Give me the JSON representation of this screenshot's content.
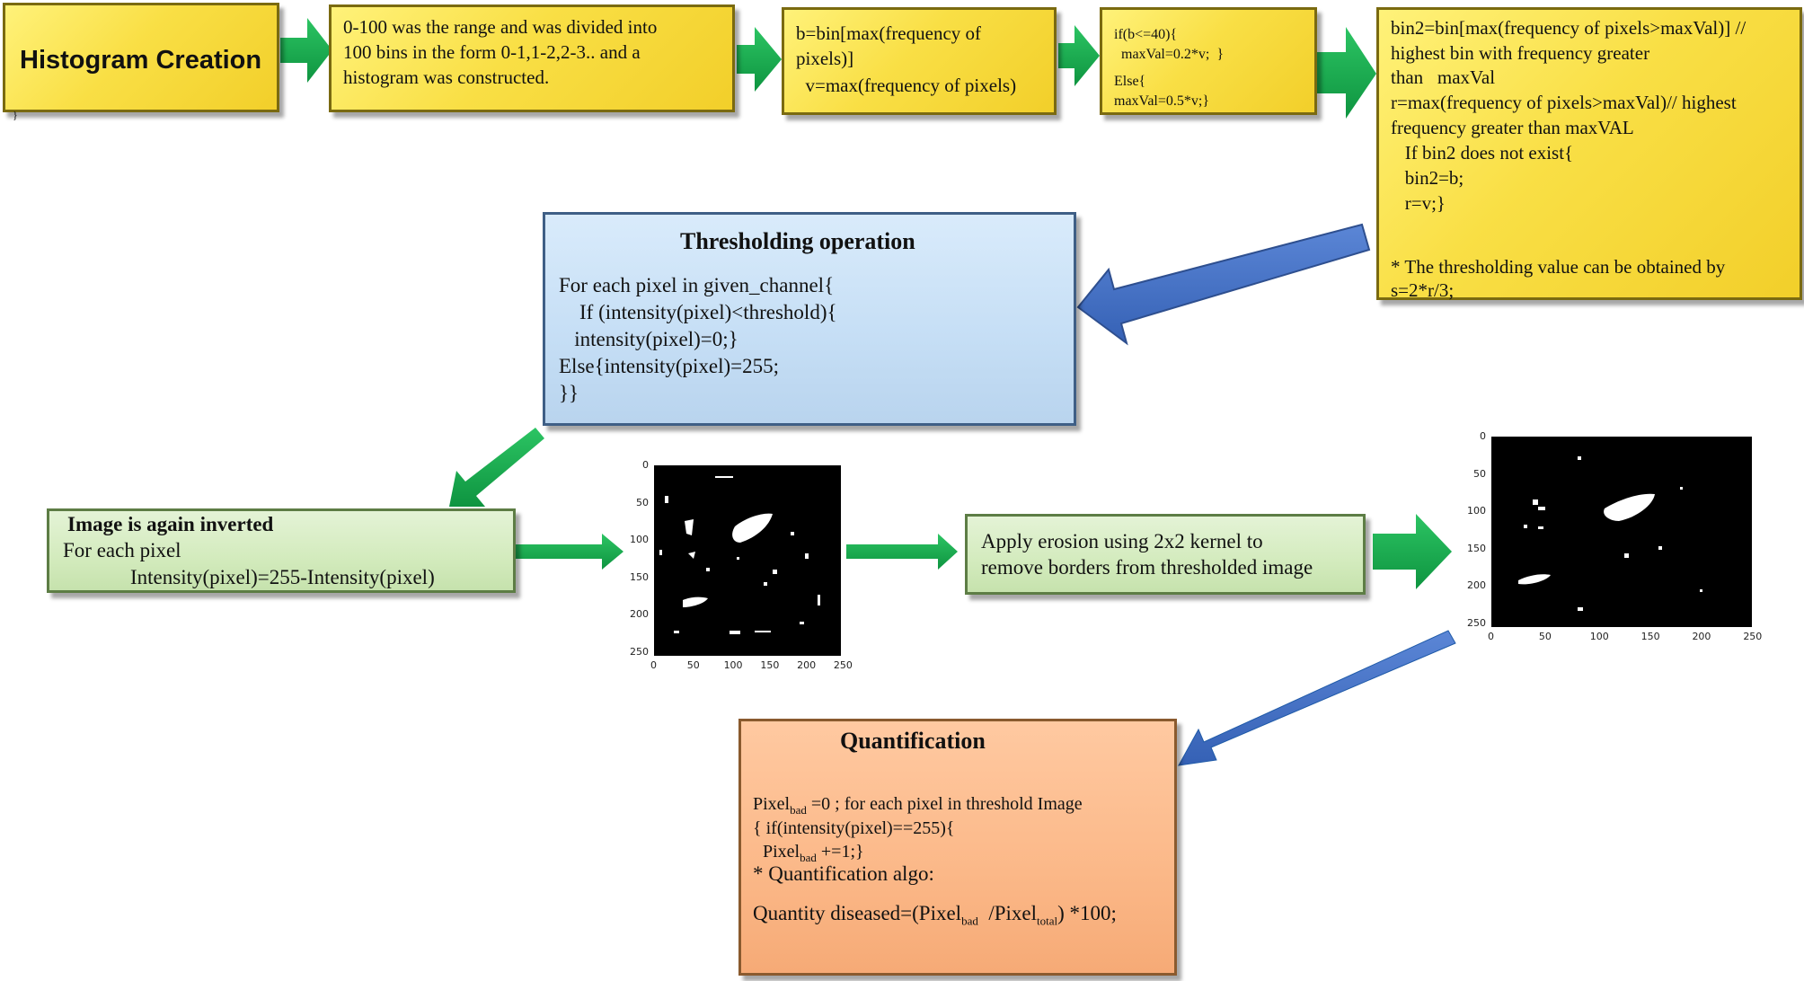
{
  "histogram_box": {
    "title": "Histogram Creation",
    "stray": "}"
  },
  "range_box": {
    "lines": [
      "0-100 was the range and was divided into",
      "100 bins in the form 0-1,1-2,2-3.. and a",
      "histogram was constructed."
    ]
  },
  "bmax_box": {
    "lines": [
      "b=bin[max(frequency of",
      "pixels)]",
      "  v=max(frequency of pixels)"
    ]
  },
  "cond_box": {
    "lines": [
      "if(b<=40){",
      "  maxVal=0.2*v;  }",
      "Else{",
      "maxVal=0.5*v;}"
    ]
  },
  "bin2_box": {
    "lines": [
      "bin2=bin[max(frequency of pixels>maxVal)] //",
      "highest bin with frequency greater",
      "than   maxVal",
      "r=max(frequency of pixels>maxVal)// highest",
      "frequency greater than maxVAL",
      "   If bin2 does not exist{",
      "   bin2=b;",
      "   r=v;}",
      "",
      "* The thresholding value can be obtained by",
      "s=2*r/3;"
    ]
  },
  "threshold_box": {
    "title": "Thresholding operation",
    "lines": [
      "For each pixel in given_channel{",
      "    If (intensity(pixel)<threshold){",
      "   intensity(pixel)=0;}",
      "Else{intensity(pixel)=255;",
      "}}"
    ]
  },
  "invert_box": {
    "title": "Image is again inverted",
    "line1": "For each pixel",
    "line2": "Intensity(pixel)=255-Intensity(pixel)"
  },
  "erosion_box": {
    "lines": [
      "Apply erosion using 2x2 kernel to",
      "remove borders from thresholded image"
    ]
  },
  "quant_box": {
    "title": "Quantification",
    "pixel": "Pixel",
    "bad": "bad",
    "total": "total",
    "line1_rest": " =0 ; for each pixel in threshold Image",
    "line2": "{ if(intensity(pixel)==255){",
    "line3_rest": " +=1;}",
    "line4": "* Quantification algo:",
    "line5_a": "Quantity diseased=(",
    "line5_b": "  /",
    "line5_c": ") *100;"
  },
  "plot1": {
    "x_ticks": [
      "0",
      "50",
      "100",
      "150",
      "200",
      "250"
    ],
    "y_ticks": [
      "0",
      "50",
      "100",
      "150",
      "200",
      "250"
    ]
  },
  "plot2": {
    "x_ticks": [
      "0",
      "50",
      "100",
      "150",
      "200",
      "250"
    ],
    "y_ticks": [
      "0",
      "50",
      "100",
      "150",
      "200",
      "250"
    ]
  },
  "colors": {
    "yellow": "#f9df45",
    "blue": "#c5def5",
    "green": "#d3ebbd",
    "orange": "#fbb888",
    "green_arrow": "#15a84a",
    "blue_arrow": "#4472c4"
  }
}
